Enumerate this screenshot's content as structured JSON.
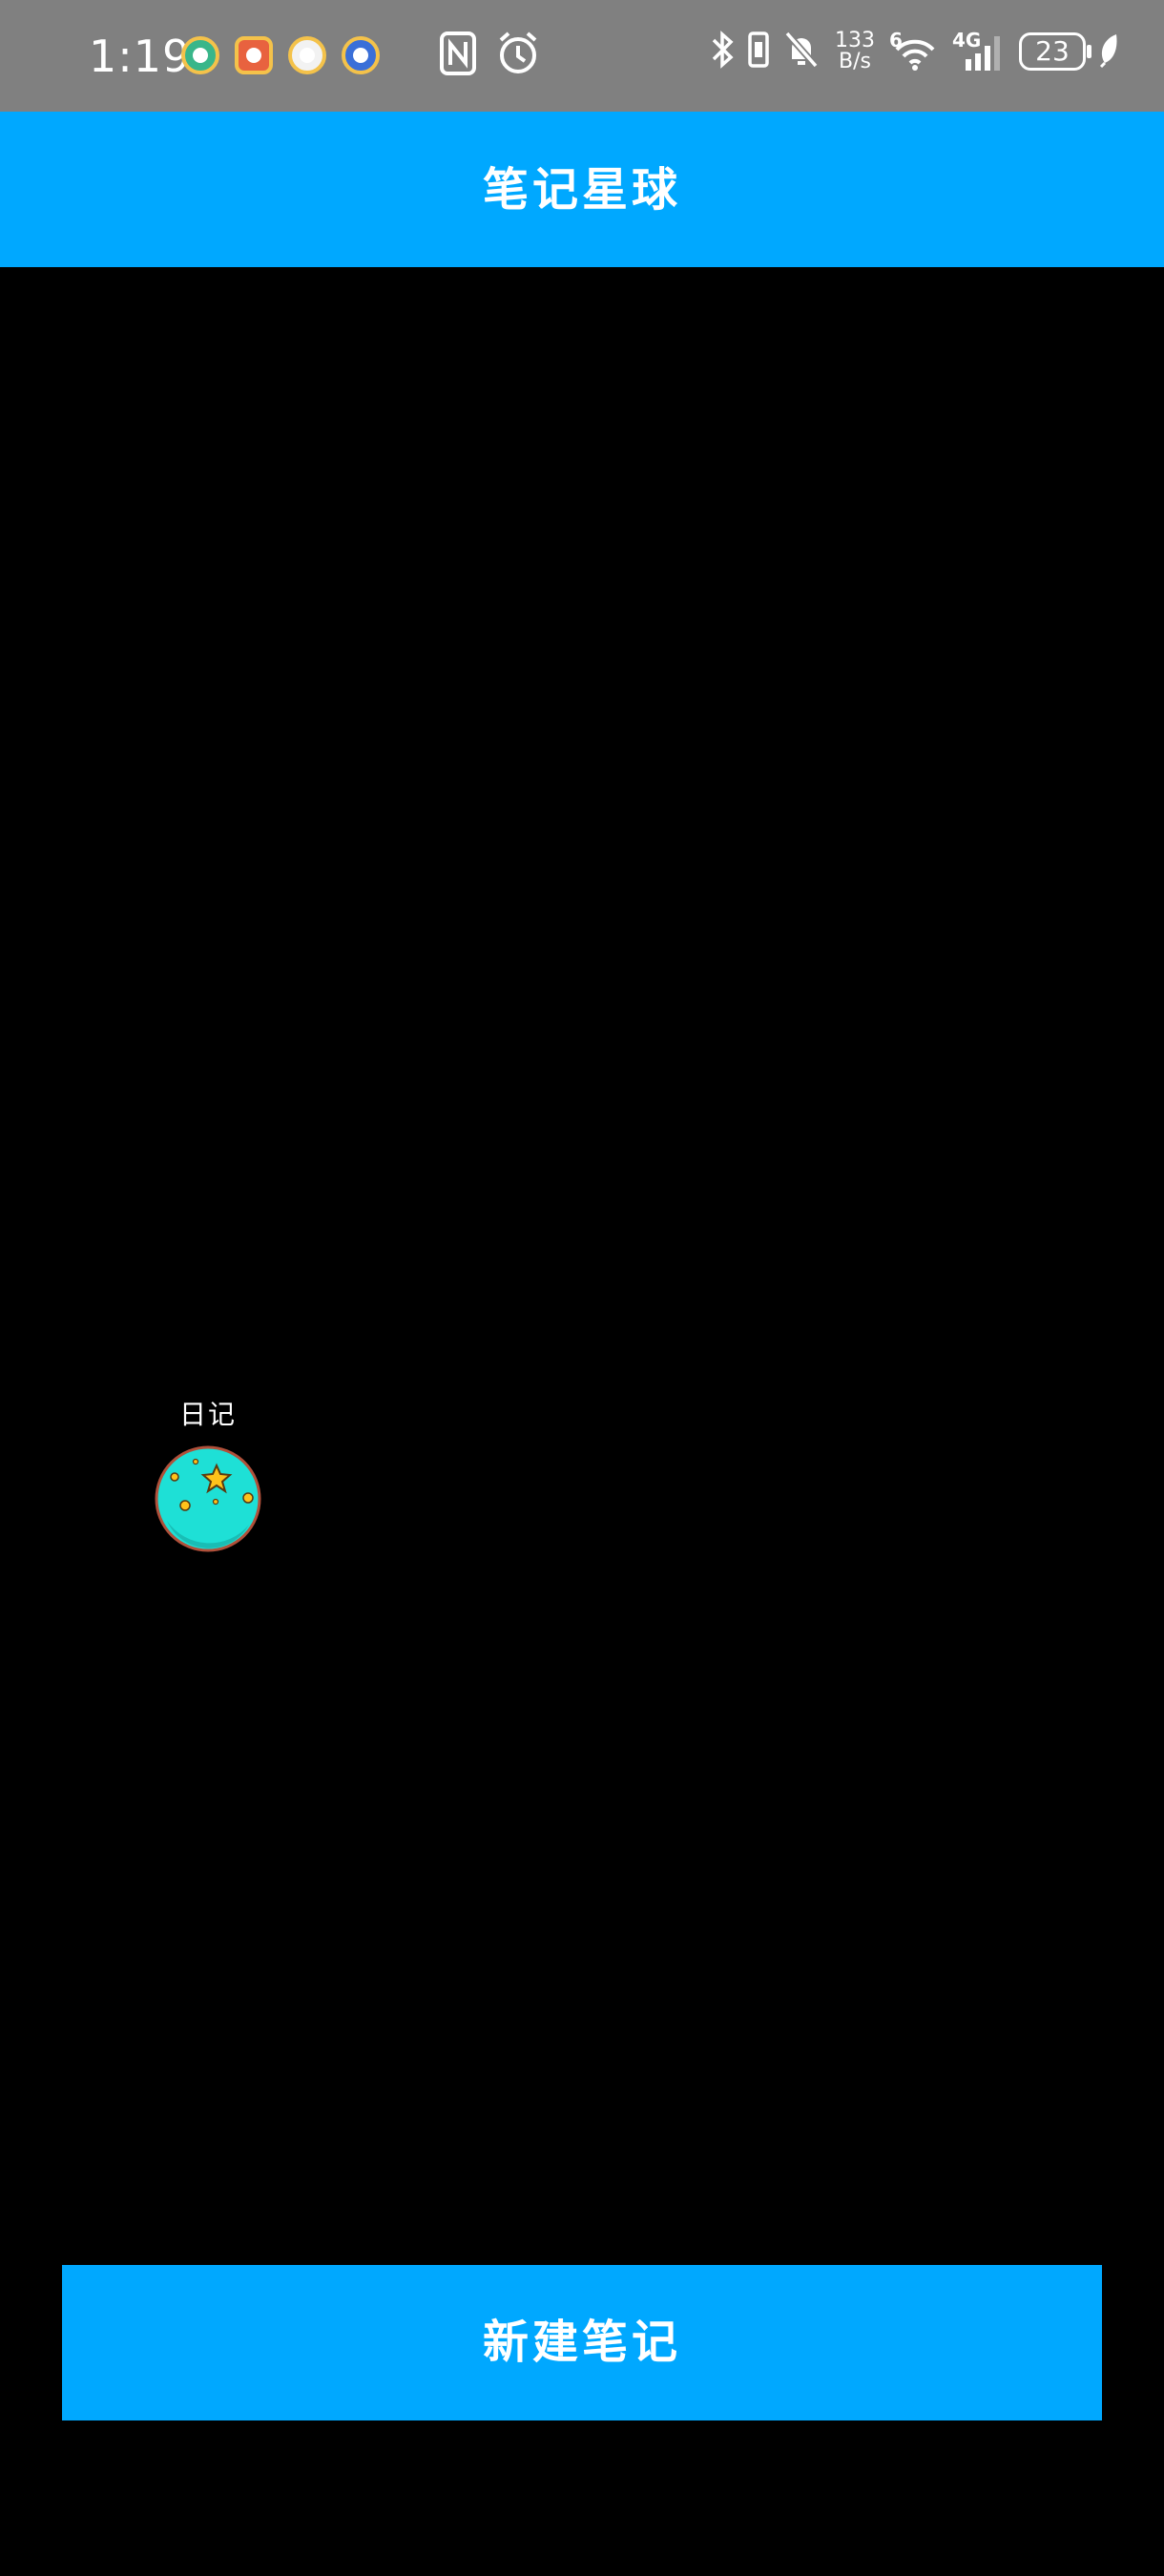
{
  "status_bar": {
    "time": "1:19",
    "net_speed_value": "133",
    "net_speed_unit": "B/s",
    "wifi_label": "6",
    "cell_label": "4G",
    "battery_level": "23",
    "app_icons": [
      "app-green-icon",
      "app-red-icon",
      "app-chat-icon",
      "app-blue-icon"
    ],
    "system_icons": [
      "nfc-icon",
      "alarm-icon",
      "bluetooth-icon",
      "vibrate-icon",
      "mute-icon",
      "wifi-icon",
      "signal-icon",
      "battery-icon",
      "leaf-icon"
    ]
  },
  "app_bar": {
    "title": "笔记星球",
    "color": "#00a8ff"
  },
  "canvas": {
    "background": "#000000",
    "planets": [
      {
        "label": "日记",
        "color": "#1ee0d6"
      }
    ]
  },
  "actions": {
    "new_note_label": "新建笔记",
    "color": "#00a8ff"
  }
}
